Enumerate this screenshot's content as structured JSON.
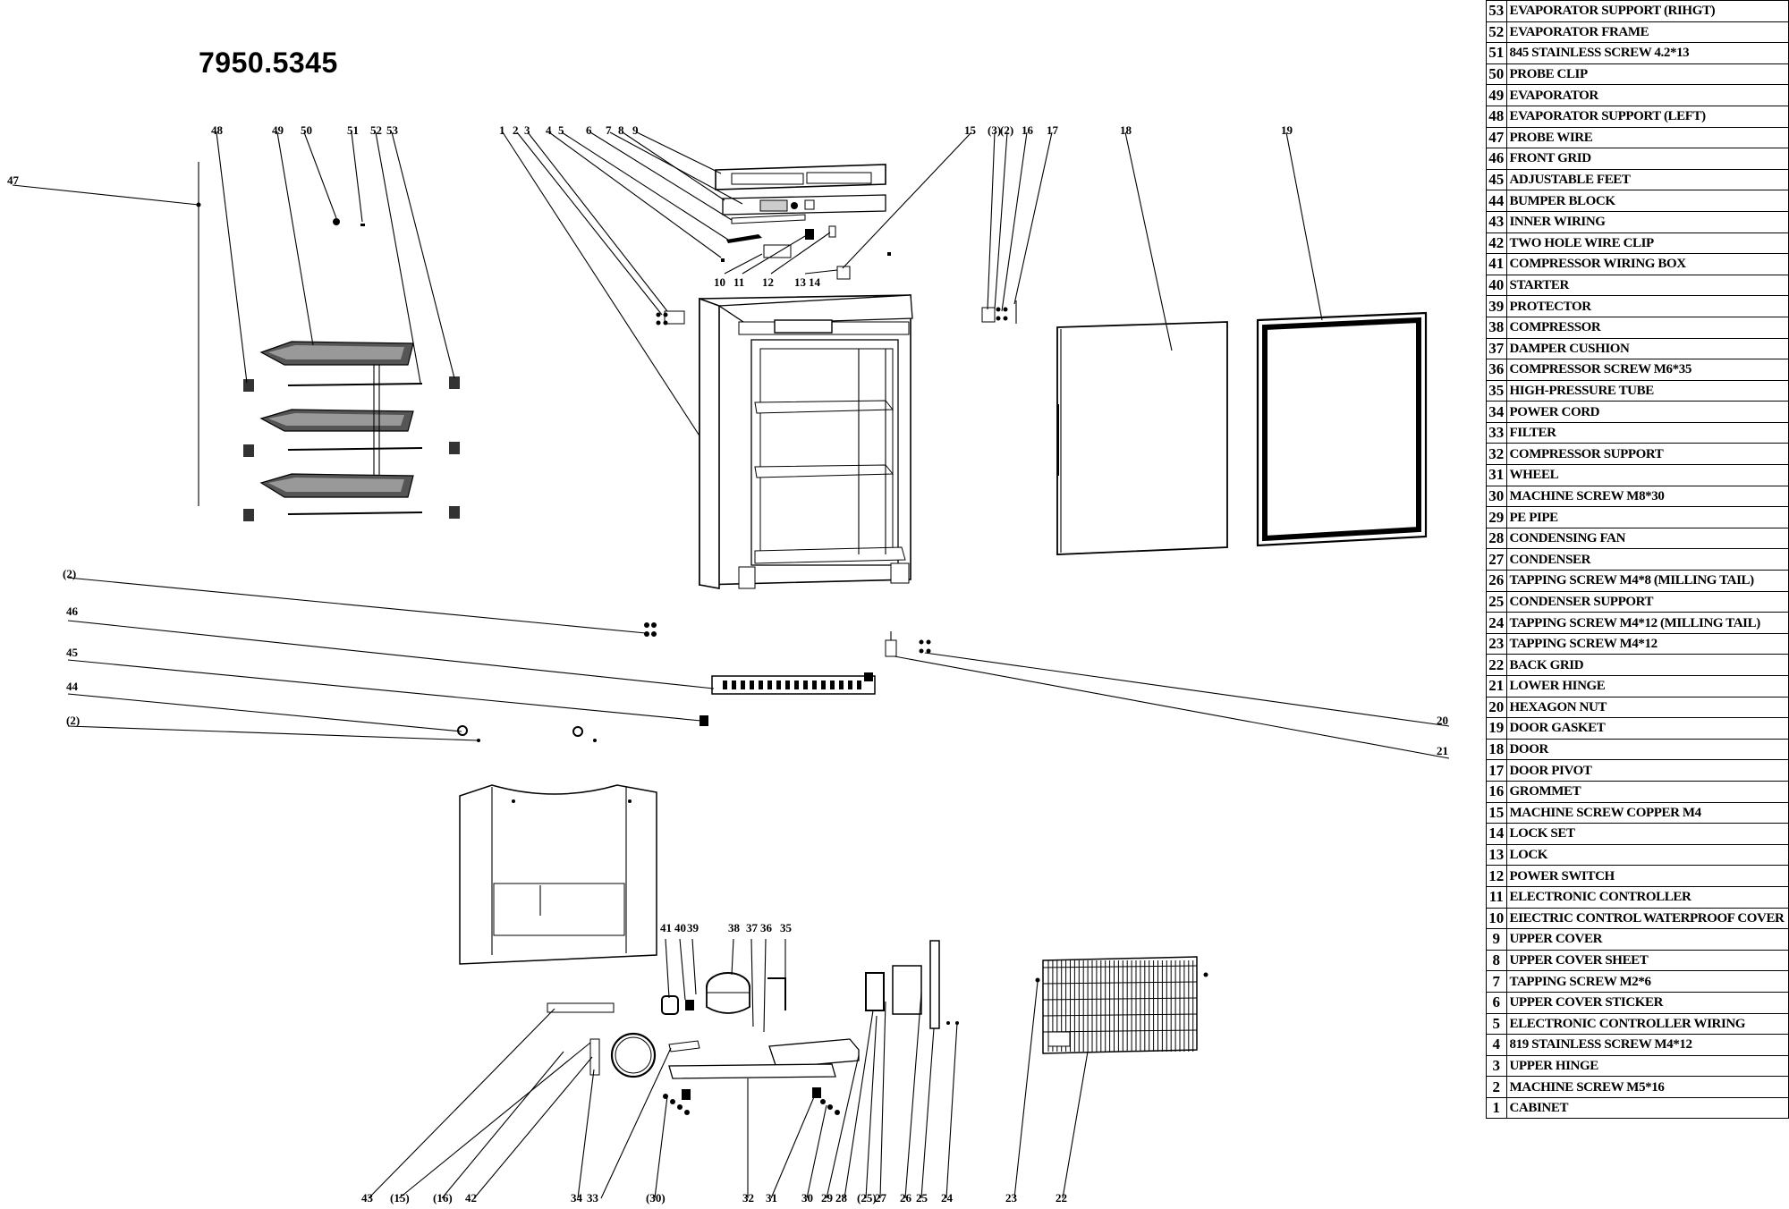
{
  "model_number": "7950.5345",
  "parts": [
    {
      "no": "53",
      "name": "EVAPORATOR SUPPORT (RIHGT)"
    },
    {
      "no": "52",
      "name": "EVAPORATOR FRAME"
    },
    {
      "no": "51",
      "name": "845 STAINLESS SCREW 4.2*13"
    },
    {
      "no": "50",
      "name": "PROBE CLIP"
    },
    {
      "no": "49",
      "name": "EVAPORATOR"
    },
    {
      "no": "48",
      "name": "EVAPORATOR SUPPORT (LEFT)"
    },
    {
      "no": "47",
      "name": "PROBE WIRE"
    },
    {
      "no": "46",
      "name": "FRONT GRID"
    },
    {
      "no": "45",
      "name": "ADJUSTABLE FEET"
    },
    {
      "no": "44",
      "name": "BUMPER BLOCK"
    },
    {
      "no": "43",
      "name": "INNER WIRING"
    },
    {
      "no": "42",
      "name": "TWO HOLE WIRE CLIP"
    },
    {
      "no": "41",
      "name": "COMPRESSOR WIRING BOX"
    },
    {
      "no": "40",
      "name": "STARTER"
    },
    {
      "no": "39",
      "name": "PROTECTOR"
    },
    {
      "no": "38",
      "name": "COMPRESSOR"
    },
    {
      "no": "37",
      "name": "DAMPER CUSHION"
    },
    {
      "no": "36",
      "name": "COMPRESSOR SCREW M6*35"
    },
    {
      "no": "35",
      "name": "HIGH-PRESSURE TUBE"
    },
    {
      "no": "34",
      "name": "POWER CORD"
    },
    {
      "no": "33",
      "name": "FILTER"
    },
    {
      "no": "32",
      "name": "COMPRESSOR SUPPORT"
    },
    {
      "no": "31",
      "name": "WHEEL"
    },
    {
      "no": "30",
      "name": "MACHINE SCREW M8*30"
    },
    {
      "no": "29",
      "name": "PE PIPE"
    },
    {
      "no": "28",
      "name": "CONDENSING FAN"
    },
    {
      "no": "27",
      "name": "CONDENSER"
    },
    {
      "no": "26",
      "name": "TAPPING SCREW M4*8 (MILLING TAIL)"
    },
    {
      "no": "25",
      "name": "CONDENSER SUPPORT"
    },
    {
      "no": "24",
      "name": "TAPPING SCREW M4*12 (MILLING TAIL)"
    },
    {
      "no": "23",
      "name": "TAPPING SCREW M4*12"
    },
    {
      "no": "22",
      "name": "BACK GRID"
    },
    {
      "no": "21",
      "name": "LOWER HINGE"
    },
    {
      "no": "20",
      "name": "HEXAGON NUT"
    },
    {
      "no": "19",
      "name": "DOOR GASKET"
    },
    {
      "no": "18",
      "name": "DOOR"
    },
    {
      "no": "17",
      "name": "DOOR PIVOT"
    },
    {
      "no": "16",
      "name": "GROMMET"
    },
    {
      "no": "15",
      "name": "MACHINE SCREW COPPER M4"
    },
    {
      "no": "14",
      "name": "LOCK SET"
    },
    {
      "no": "13",
      "name": "LOCK"
    },
    {
      "no": "12",
      "name": "POWER SWITCH"
    },
    {
      "no": "11",
      "name": "ELECTRONIC CONTROLLER"
    },
    {
      "no": "10",
      "name": "EIECTRIC CONTROL WATERPROOF COVER"
    },
    {
      "no": "9",
      "name": "UPPER COVER"
    },
    {
      "no": "8",
      "name": "UPPER COVER SHEET"
    },
    {
      "no": "7",
      "name": "TAPPING SCREW M2*6"
    },
    {
      "no": "6",
      "name": "UPPER COVER STICKER"
    },
    {
      "no": "5",
      "name": "ELECTRONIC CONTROLLER WIRING"
    },
    {
      "no": "4",
      "name": "819 STAINLESS SCREW M4*12"
    },
    {
      "no": "3",
      "name": "UPPER HINGE"
    },
    {
      "no": "2",
      "name": "MACHINE SCREW M5*16"
    },
    {
      "no": "1",
      "name": "CABINET"
    }
  ],
  "callouts": {
    "c48": "48",
    "c49": "49",
    "c50": "50",
    "c51": "51",
    "c52": "52",
    "c53": "53",
    "c47": "47",
    "c1": "1",
    "c2": "2",
    "c3": "3",
    "c4": "4",
    "c5": "5",
    "c6": "6",
    "c7": "7",
    "c8": "8",
    "c9": "9",
    "c10": "10",
    "c11": "11",
    "c12": "12",
    "c13": "13",
    "c14": "14",
    "c15": "15",
    "c3p": "(3)",
    "c2p": "(2)",
    "c16": "16",
    "c17": "17",
    "c18": "18",
    "c19": "19",
    "c2pa": "(2)",
    "c46": "46",
    "c45": "45",
    "c44": "44",
    "c2pb": "(2)",
    "c20": "20",
    "c21": "21",
    "c41": "41",
    "c40": "40",
    "c39": "39",
    "c38": "38",
    "c37": "37",
    "c36": "36",
    "c35": "35",
    "b43": "43",
    "b15p": "(15)",
    "b16p": "(16)",
    "b42": "42",
    "b34": "34",
    "b33": "33",
    "b30p": "(30)",
    "b32": "32",
    "b31": "31",
    "b30": "30",
    "b29": "29",
    "b28": "28",
    "b25p": "(25)",
    "b27": "27",
    "b26": "26",
    "b25": "25",
    "b24": "24",
    "b23": "23",
    "b22": "22"
  }
}
